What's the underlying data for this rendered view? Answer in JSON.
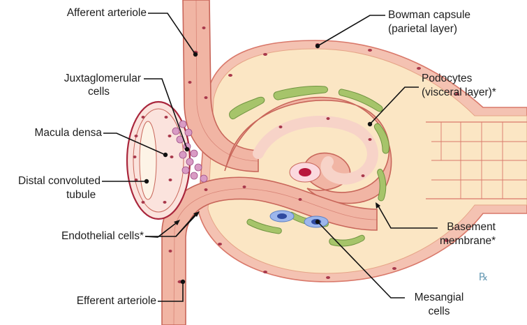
{
  "labels": {
    "afferent_arteriole": "Afferent arteriole",
    "juxtaglomerular_1": "Juxtaglomerular",
    "juxtaglomerular_2": "cells",
    "macula_densa": "Macula densa",
    "distal_1": "Distal convoluted",
    "distal_2": "tubule",
    "endothelial": "Endothelial cells*",
    "efferent_arteriole": "Efferent arteriole",
    "bowman_1": "Bowman capsule",
    "bowman_2": "(parietal layer)",
    "podocytes_1": "Podocytes",
    "podocytes_2": "(visceral layer)*",
    "basement_1": "Basement",
    "basement_2": "membrane*",
    "mesangial_1": "Mesangial",
    "mesangial_2": "cells"
  },
  "badge_symbol": "℞",
  "colors": {
    "capsule_fill": "#fbe6c4",
    "capsule_wall": "#f4c2b2",
    "capsule_edge": "#d9786a",
    "vessel_fill": "#f1b5a4",
    "vessel_edge": "#c8665a",
    "podocyte_green": "#a6c46a",
    "podocyte_edge": "#6f9440",
    "tubule_outer": "#a9263c",
    "tubule_cell": "#f9e1dc",
    "jg_cells": "#d99bc4",
    "mesangial_blue": "#5b7fc4",
    "nucleus": "#a8384b",
    "leader": "#111111"
  }
}
